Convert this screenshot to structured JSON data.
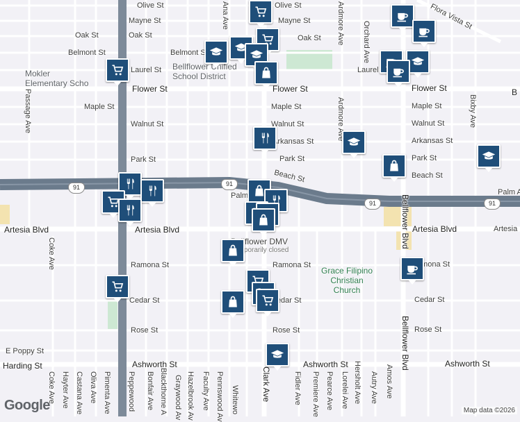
{
  "streets": {
    "olive": "Olive St",
    "mayne": "Mayne St",
    "oak": "Oak St",
    "belmont": "Belmont St",
    "laurel": "Laurel St",
    "flower": "Flower St",
    "maple": "Maple St",
    "walnut": "Walnut St",
    "arkansas": "Arkansas St",
    "park": "Park St",
    "beach": "Beach St",
    "palm": "Palm",
    "palm_ave": "Palm A",
    "artesia": "Artesia Blvd",
    "ramona": "Ramona St",
    "cedar": "Cedar St",
    "rose": "Rose St",
    "poppy": "E Poppy St",
    "harding": "Harding St",
    "ashworth": "Ashworth St",
    "ana": "Ana Ave",
    "ardmore": "Ardmore Ave",
    "orchard": "Orchard Ave",
    "bixby": "Bixby Ave",
    "flora_vista": "Flora Vista St",
    "passage": "Passage Ave",
    "coke": "Coke Ave",
    "bellflower": "Bellflower Blvd",
    "clark": "Clark Ave",
    "fidler": "Fidler Ave",
    "premiere": "Premiere Ave",
    "pearce": "Pearce Ave",
    "lorelei": "Lorelei Ave",
    "hersholt": "Hersholt Ave",
    "autry": "Autry Ave",
    "amos": "Amos Ave",
    "hayter": "Hayter Ave",
    "castana": "Castana Ave",
    "oliva": "Oliva Ave",
    "pimenta": "Pimenta Ave",
    "peppewood": "Peppewood",
    "bonfair": "Bonfair Ave",
    "blackthorne": "Blackthorne A",
    "graywood": "Graywood Av",
    "hazelbrook": "Hazelbrook Av",
    "faculty": "Faculty Ave",
    "pennswood": "Pennswood Av",
    "whitewood": "Whitewo",
    "partial_b": "B",
    "partial_artesia": "Artesia"
  },
  "pois": {
    "mokler_1": "Mokler",
    "mokler_2": "Elementary Scho",
    "bellflower_school_1": "Bellflower Unified",
    "bellflower_school_2": "School District",
    "dmv_name": "Bellflower DMV",
    "dmv_status": "Temporarily closed",
    "church_1": "Grace Filipino",
    "church_2": "Christian",
    "church_3": "Church"
  },
  "highway": {
    "shield": "91"
  },
  "markers": [
    {
      "icon": "cart"
    },
    {
      "icon": "cart"
    },
    {
      "icon": "school"
    },
    {
      "icon": "school"
    },
    {
      "icon": "school"
    },
    {
      "icon": "bag"
    },
    {
      "icon": "cart"
    },
    {
      "icon": "cup"
    },
    {
      "icon": "cup"
    },
    {
      "icon": "cup"
    },
    {
      "icon": "school"
    },
    {
      "icon": "cup"
    },
    {
      "icon": "cutlery"
    },
    {
      "icon": "school"
    },
    {
      "icon": "bag"
    },
    {
      "icon": "school"
    },
    {
      "icon": "cutlery"
    },
    {
      "icon": "cart"
    },
    {
      "icon": "cutlery"
    },
    {
      "icon": "cutlery"
    },
    {
      "icon": "bag"
    },
    {
      "icon": "cutlery"
    },
    {
      "icon": "cutlery"
    },
    {
      "icon": "cutlery"
    },
    {
      "icon": "bag"
    },
    {
      "icon": "bag"
    },
    {
      "icon": "cup"
    },
    {
      "icon": "cart"
    },
    {
      "icon": "cart"
    },
    {
      "icon": "bag"
    },
    {
      "icon": "cart"
    },
    {
      "icon": "school"
    },
    {
      "icon": "cart"
    }
  ],
  "footer": {
    "logo": "Google",
    "attribution": "Map data ©2026"
  },
  "colors": {
    "marker": "#1f4e79",
    "highway": "#6b7b8c",
    "park": "#cde8d3",
    "sand": "#f3e3b0"
  }
}
